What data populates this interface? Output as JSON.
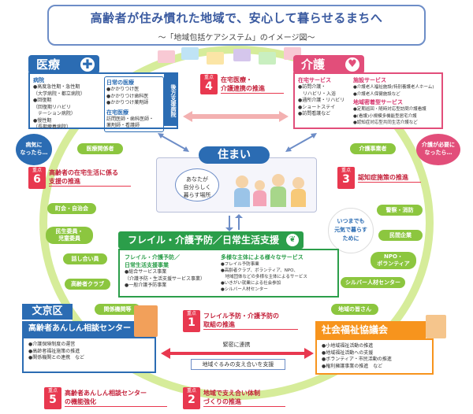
{
  "header": {
    "title": "高齢者が住み慣れた地域で、安心して暮らせるまちへ",
    "subtitle": "〜「地域包括ケアシステム」のイメージ図〜"
  },
  "medical": {
    "label": "医療",
    "hospital_head": "病院",
    "hospital_items": [
      "●高度急性期・急性期",
      "（大学病院・都立病院）",
      "●回復期",
      "（回復期リハビリ",
      "　テーション病院）",
      "●慢性期",
      "（長期療養病院）"
    ],
    "daily_head": "日常の医療",
    "daily_items": [
      "●かかりつけ医",
      "●かかりつけ歯科医",
      "●かかりつけ薬剤師"
    ],
    "clinic_head": "在宅医療",
    "clinic_items": [
      "訪問医師・歯科医師・",
      "薬剤師・看護師"
    ],
    "rear_hospital": "後方支援病院"
  },
  "care": {
    "label": "介護",
    "home_head": "在宅サービス",
    "home_items": [
      "●訪問介護・",
      "　リハビリ・入浴",
      "●通所介護・リハビリ",
      "●ショートステイ",
      "●訪問看護など"
    ],
    "facility_head": "施設サービス",
    "facility_items": [
      "●介護老人福祉施設(特別養護老人ホーム)",
      "●介護老人保健施設など"
    ],
    "community_head": "地域密着型サービス",
    "community_items": [
      "●定期巡回・随時対応型訪問介護看護",
      "●(看護)小規模多機能型居宅介護",
      "●認知症対応型共同生活介護など"
    ]
  },
  "priorities": {
    "label": "重点",
    "p4": {
      "num": "4",
      "text": [
        "在宅医療・",
        "介護連携の推進"
      ]
    },
    "p6": {
      "num": "6",
      "text": [
        "高齢者の在宅生活に係る",
        "支援の推進"
      ]
    },
    "p3": {
      "num": "3",
      "text": [
        "認知症施策の推進"
      ]
    },
    "p1": {
      "num": "1",
      "text": [
        "フレイル予防・介護予防の",
        "取組の推進"
      ]
    },
    "p5": {
      "num": "5",
      "text": [
        "高齢者あんしん相談センター",
        "の機能強化"
      ]
    },
    "p2": {
      "num": "2",
      "text": [
        "地域で支え合い体制",
        "づくりの推進"
      ]
    }
  },
  "side_notes": {
    "sick": [
      "病気に",
      "なったら…"
    ],
    "need_care": [
      "介護が必要に",
      "なったら…"
    ]
  },
  "ovals": {
    "left": [
      "医療関係者",
      "町会・自治会",
      "民生委員・\n児童委員",
      "話し合い員",
      "高齢者クラブ",
      "関係機関等"
    ],
    "right": [
      "介護事業者",
      "警察・消防",
      "民間企業",
      "NPO・\nボランティア",
      "シルバー人材センター",
      "地域の皆さん"
    ]
  },
  "housing": {
    "label": "住まい",
    "bubble": [
      "あなたが",
      "自分らしく",
      "暮らす場所"
    ]
  },
  "frailty": {
    "label": "フレイル・介護予防／日常生活支援",
    "left_head": [
      "フレイル・介護予防／",
      "日常生活支援事業"
    ],
    "left_items": [
      "●総合サービス事業",
      "（介護予防・生活支援サービス事業）",
      "●一般介護予防事業"
    ],
    "right_head": "多様な主体による様々なサービス",
    "right_items": [
      "●フレイル予防事業",
      "●高齢者クラブ、ボランティア、NPO、",
      "　地域団体などの多様な主体によるサービス",
      "●いきがい就業による社会参加",
      "●シルバー人材センター"
    ]
  },
  "always_note": [
    "いつまでも",
    "元気で暮らす",
    "ために"
  ],
  "bottom": {
    "bunkyo": "文京区",
    "center_label": "高齢者あんしん相談センター",
    "center_items": [
      "●介護保険制度の運営",
      "●高齢者福祉施策の推進",
      "●関係機関との連携　など"
    ],
    "cooperation": "緊密に連携",
    "mutual_support": "地域ぐるみの支え合いを支援",
    "council_label": "社会福祉協議会",
    "council_items": [
      "●小地域福祉活動の推進",
      "●地域福祉活動への支援",
      "●ボランティア・市民活動の推進",
      "●権利擁護事業の推進　など"
    ]
  },
  "colors": {
    "blue": "#2b6cb3",
    "pink": "#e24e7a",
    "red": "#e8384f",
    "green": "#2b9e4a",
    "light_green": "#8cc63f",
    "orange": "#f7941d"
  }
}
